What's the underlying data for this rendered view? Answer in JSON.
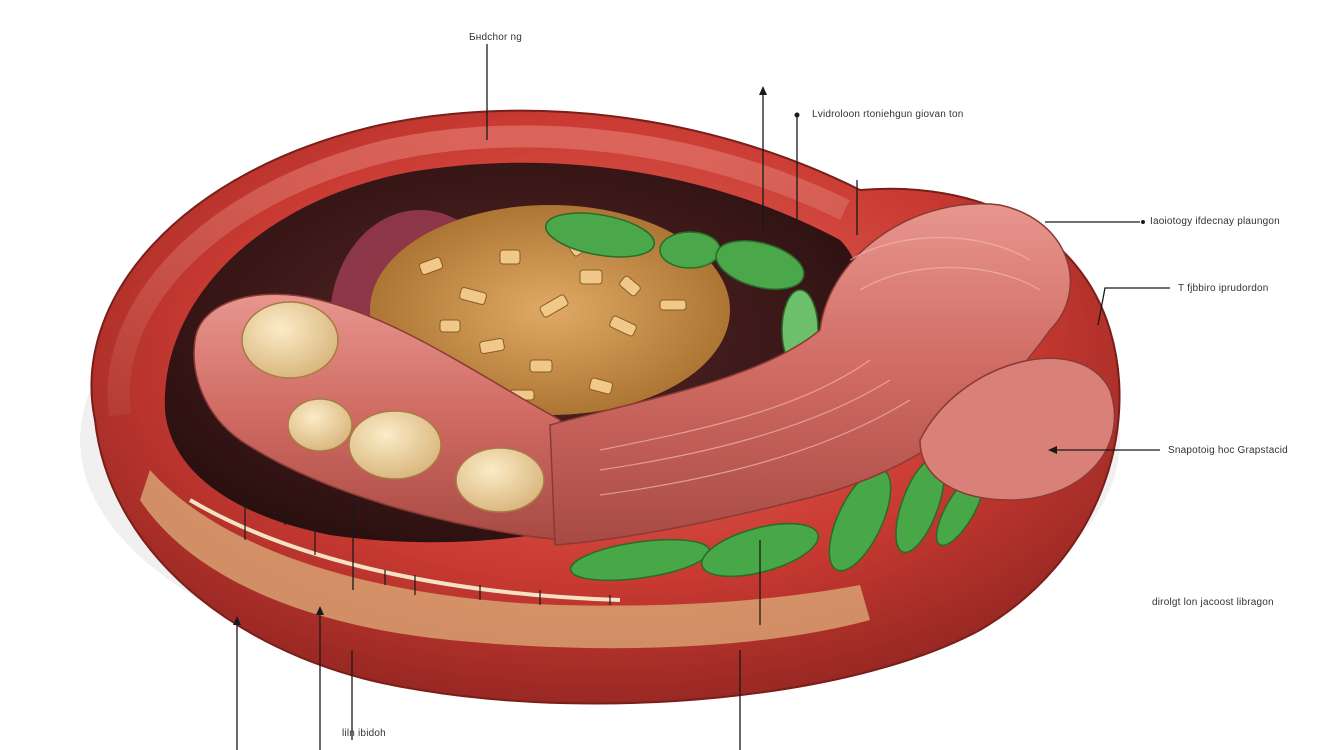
{
  "labels": {
    "top": "Бнdchor ng",
    "upper_right_1": "Lvidroloon   rtoniehgun giovan ton",
    "right_1": "Iaoiotogy ifdecnay plaungon",
    "right_2": "T fjbbiro iprudordon",
    "right_3": "Snapotoig hoc Grapstacid",
    "right_4": "dirolgt lon jacoost libragon",
    "bottom": "liln ibidoh"
  },
  "colors": {
    "outer_wall": "#c93a32",
    "wall_highlight": "#e8857a",
    "wall_dark": "#8e2420",
    "cavity": "#3a1a1a",
    "fatty_layer": "#d8a070",
    "food_mass": "#c98a4a",
    "green_tissue": "#4aa84a",
    "nodules": "#f0d8a8",
    "leader_line": "#1a1a1a"
  }
}
